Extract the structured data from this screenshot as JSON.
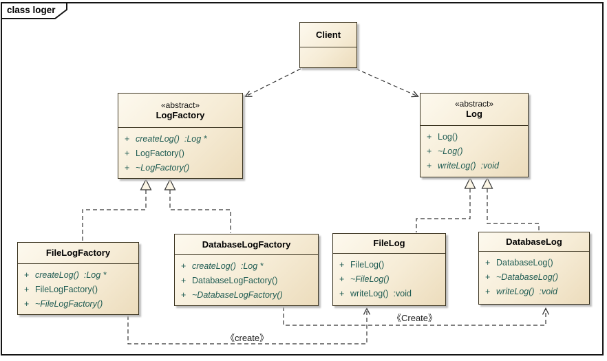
{
  "frame": {
    "title": "class loger"
  },
  "colors": {
    "box_fill_start": "#FDF9EE",
    "box_fill_end": "#ECDCBC",
    "box_border": "#3A331F",
    "member_text": "#1E5B52",
    "connector_line": "#333333",
    "shadow": "#BDBDBD"
  },
  "labels": {
    "create_upper": "《Create》",
    "create_lower": "《create》"
  },
  "classes": {
    "client": {
      "name": "Client",
      "members": []
    },
    "log_factory": {
      "stereotype": "«abstract»",
      "name": "LogFactory",
      "members": [
        {
          "vis": "+",
          "text": "createLog()  :Log *",
          "italic": true
        },
        {
          "vis": "+",
          "text": "LogFactory()",
          "italic": false
        },
        {
          "vis": "+",
          "text": "~LogFactory()",
          "italic": true
        }
      ]
    },
    "log": {
      "stereotype": "«abstract»",
      "name": "Log",
      "members": [
        {
          "vis": "+",
          "text": "Log()",
          "italic": false
        },
        {
          "vis": "+",
          "text": "~Log()",
          "italic": true
        },
        {
          "vis": "+",
          "text": "writeLog()  :void",
          "italic": true
        }
      ]
    },
    "file_log_factory": {
      "name": "FileLogFactory",
      "members": [
        {
          "vis": "+",
          "text": "createLog()  :Log *",
          "italic": true
        },
        {
          "vis": "+",
          "text": "FileLogFactory()",
          "italic": false
        },
        {
          "vis": "+",
          "text": "~FileLogFactory()",
          "italic": true
        }
      ]
    },
    "database_log_factory": {
      "name": "DatabaseLogFactory",
      "members": [
        {
          "vis": "+",
          "text": "createLog()  :Log *",
          "italic": true
        },
        {
          "vis": "+",
          "text": "DatabaseLogFactory()",
          "italic": false
        },
        {
          "vis": "+",
          "text": "~DatabaseLogFactory()",
          "italic": true
        }
      ]
    },
    "file_log": {
      "name": "FileLog",
      "members": [
        {
          "vis": "+",
          "text": "FileLog()",
          "italic": false
        },
        {
          "vis": "+",
          "text": "~FileLog()",
          "italic": true
        },
        {
          "vis": "+",
          "text": "writeLog()  :void",
          "italic": false
        }
      ]
    },
    "database_log": {
      "name": "DatabaseLog",
      "members": [
        {
          "vis": "+",
          "text": "DatabaseLog()",
          "italic": false
        },
        {
          "vis": "+",
          "text": "~DatabaseLog()",
          "italic": true
        },
        {
          "vis": "+",
          "text": "writeLog()  :void",
          "italic": true
        }
      ]
    }
  }
}
